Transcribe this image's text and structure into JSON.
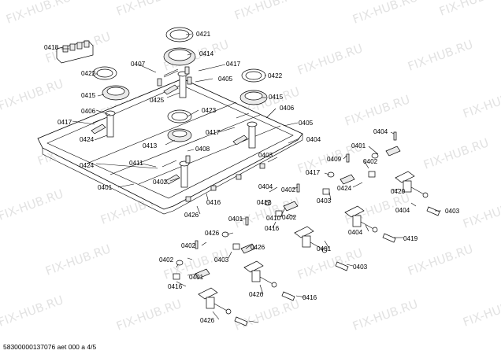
{
  "watermark": "FIX-HUB.RU",
  "footer": "58300000137076 aet 000 a 4/5",
  "labels": [
    "0418",
    "0421",
    "0414",
    "0407",
    "0417",
    "0422",
    "0422",
    "0405",
    "0415",
    "0425",
    "0415",
    "0406",
    "0423",
    "0406",
    "0417",
    "0417",
    "0405",
    "0424",
    "0413",
    "0408",
    "0424",
    "0404",
    "0402",
    "0404",
    "0401",
    "0409",
    "0402",
    "0403",
    "0417",
    "0424",
    "0411",
    "0420",
    "0404",
    "0401",
    "0402",
    "0403",
    "0412",
    "0410",
    "0416",
    "0426",
    "0404",
    "0403",
    "0401",
    "0402",
    "0416",
    "0426",
    "0404",
    "0419",
    "0402",
    "0401",
    "0403",
    "0426",
    "0402",
    "0403",
    "0401",
    "0416",
    "0426",
    "0416",
    "0426"
  ]
}
